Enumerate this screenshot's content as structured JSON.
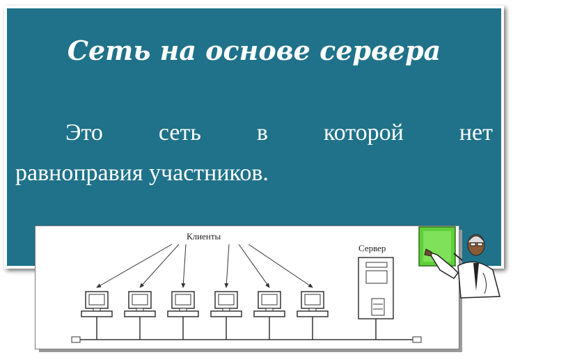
{
  "slide": {
    "title": "Сеть на основе сервера",
    "body_words_line1": [
      "Это",
      "сеть",
      "в",
      "которой",
      "нет"
    ],
    "body_line2": "равноправия участников."
  },
  "diagram": {
    "clients_label": "Клиенты",
    "server_label": "Сервер",
    "client_count": 6
  },
  "colors": {
    "panel": "#1f7289",
    "text": "#ffffff",
    "board_green": "#5fcf3a"
  },
  "icons": {
    "teacher": "presenter-clipart-icon",
    "computer": "computer-icon",
    "server": "server-tower-icon"
  }
}
